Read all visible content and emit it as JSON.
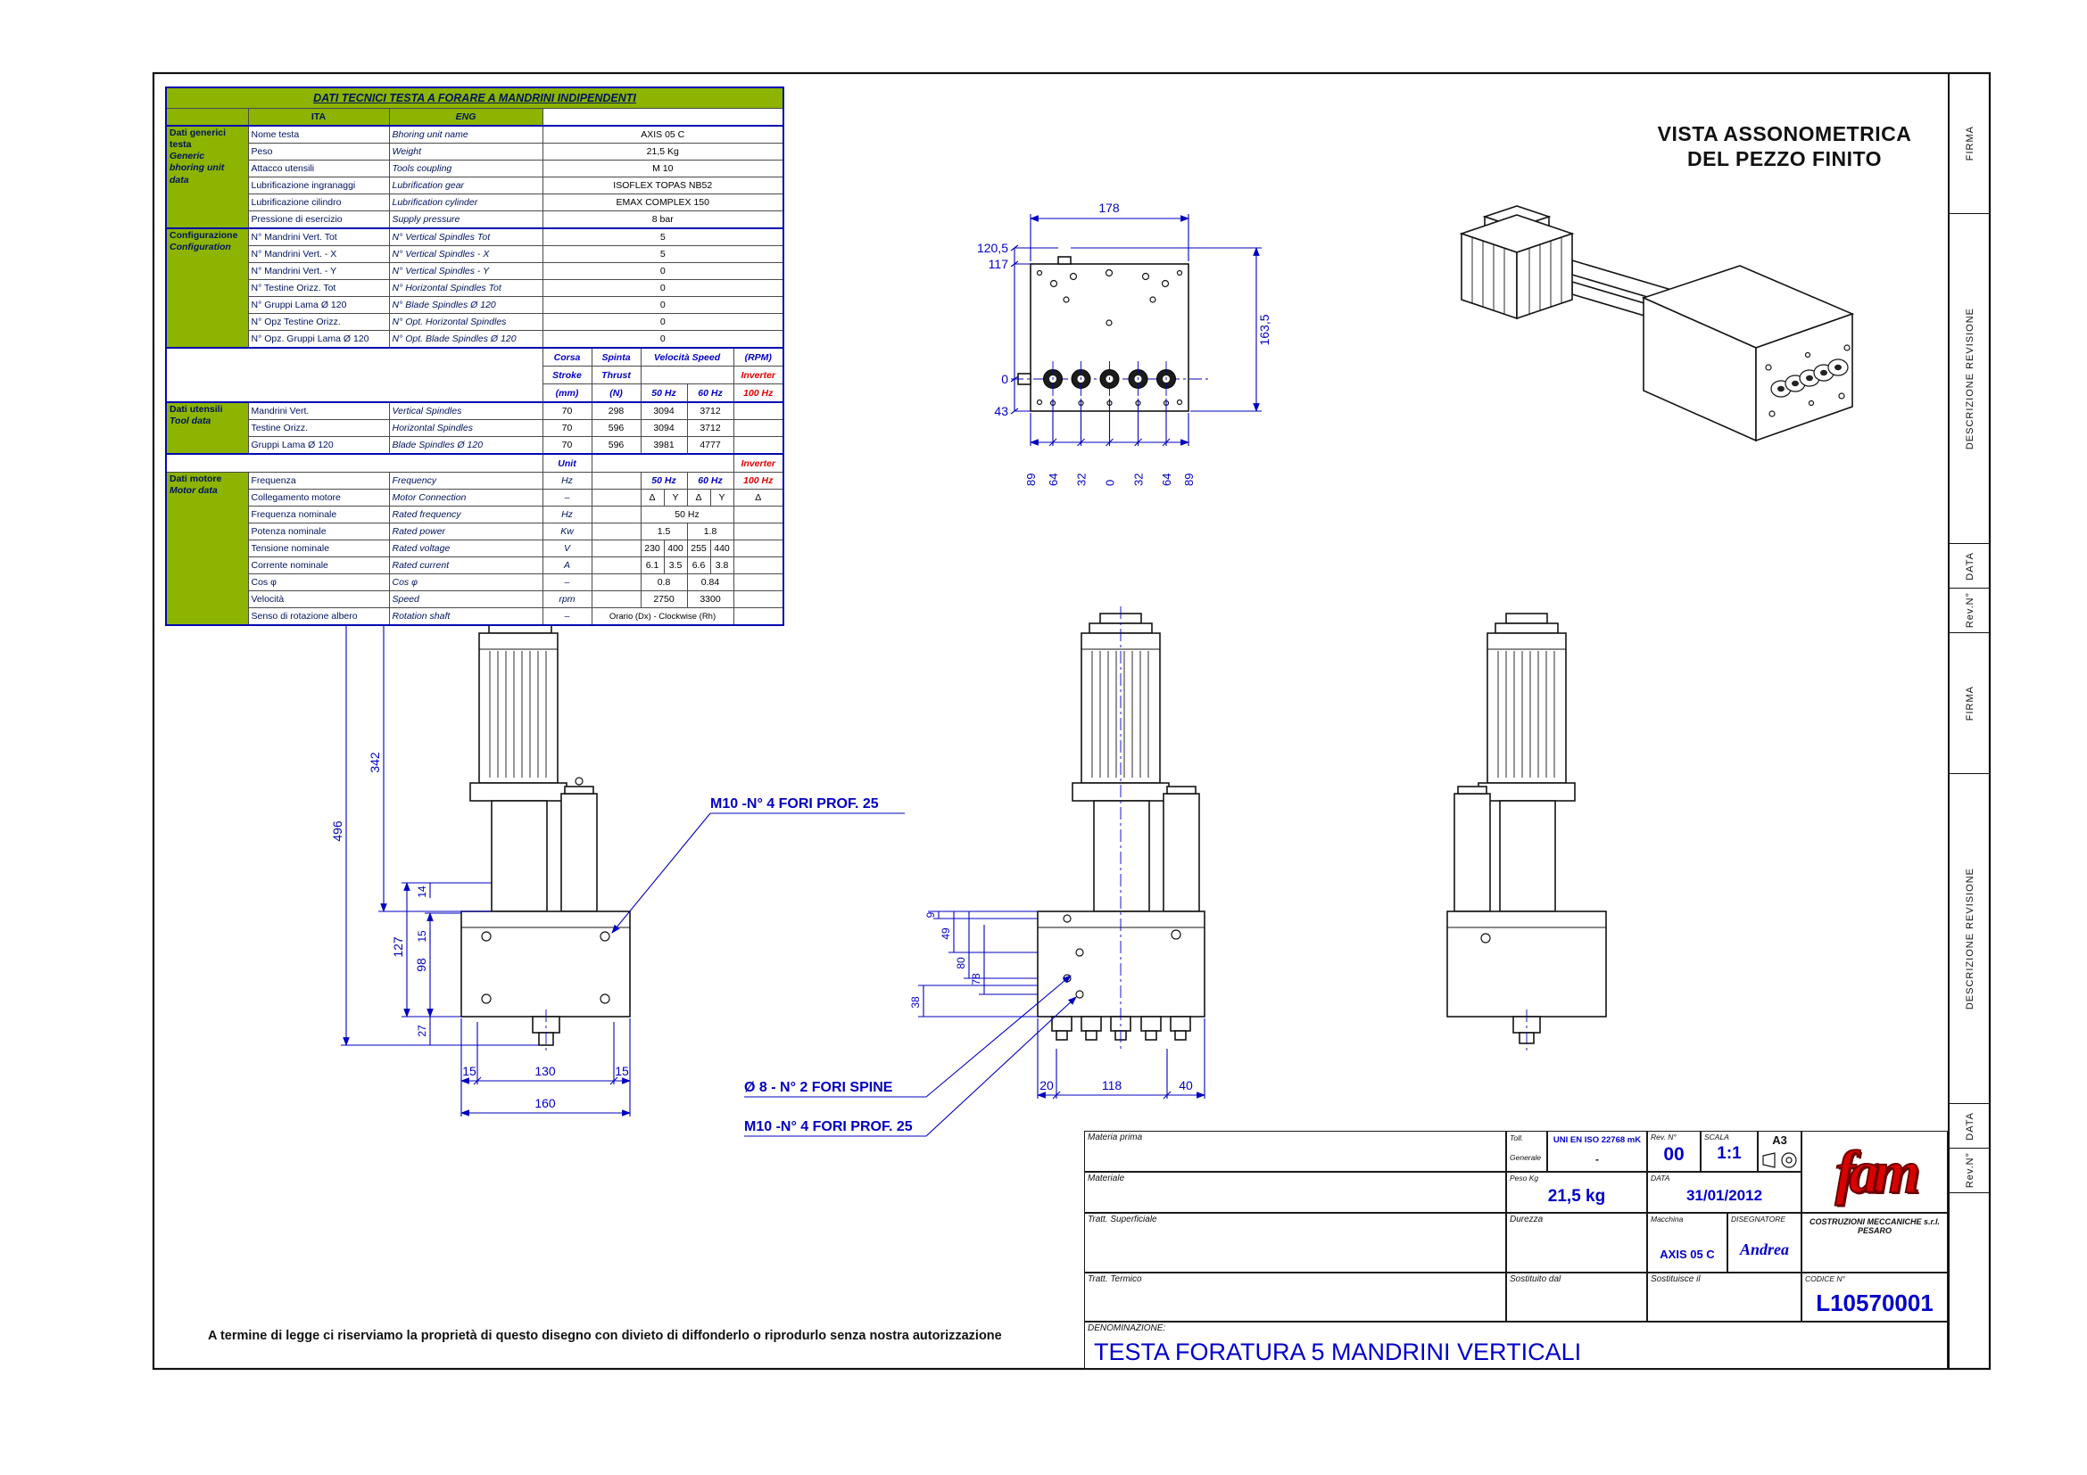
{
  "colors": {
    "header_green": "#8CB400",
    "accent_blue": "#0000C0",
    "alert_red": "#E00000"
  },
  "table": {
    "title": "DATI TECNICI TESTA A FORARE A MANDRINI INDIPENDENTI",
    "ita": "ITA",
    "eng": "ENG",
    "sections": {
      "generic": {
        "l1": "Dati generici",
        "l2": "testa",
        "l3": "Generic",
        "l4": "bhoring unit",
        "l5": "data"
      },
      "config": {
        "l1": "Configurazione",
        "l2": "Configuration"
      },
      "tool": {
        "l1": "Dati utensili",
        "l2": "Tool data"
      },
      "motor": {
        "l1": "Dati motore",
        "l2": "Motor data"
      }
    },
    "generic_rows": [
      {
        "ita": "Nome testa",
        "eng": "Bhoring unit name",
        "val": "AXIS 05 C"
      },
      {
        "ita": "Peso",
        "eng": "Weight",
        "val": "21,5 Kg"
      },
      {
        "ita": "Attacco utensili",
        "eng": "Tools coupling",
        "val": "M 10"
      },
      {
        "ita": "Lubrificazione ingranaggi",
        "eng": "Lubrification gear",
        "val": "ISOFLEX TOPAS NB52"
      },
      {
        "ita": "Lubrificazione cilindro",
        "eng": "Lubrification cylinder",
        "val": "EMAX COMPLEX 150"
      },
      {
        "ita": "Pressione di esercizio",
        "eng": "Supply pressure",
        "val": "8 bar"
      }
    ],
    "config_rows": [
      {
        "ita": "N° Mandrini Vert. Tot",
        "eng": "N° Vertical Spindles Tot",
        "val": "5"
      },
      {
        "ita": "N° Mandrini Vert. - X",
        "eng": "N° Vertical Spindles - X",
        "val": "5"
      },
      {
        "ita": "N° Mandrini Vert. - Y",
        "eng": "N° Vertical Spindles - Y",
        "val": "0"
      },
      {
        "ita": "N° Testine Orizz. Tot",
        "eng": "N° Horizontal Spindles Tot",
        "val": "0"
      },
      {
        "ita": "N° Gruppi Lama Ø 120",
        "eng": "N° Blade Spindles Ø 120",
        "val": "0"
      },
      {
        "ita": "N° Opz Testine Orizz.",
        "eng": "N° Opt. Horizontal Spindles",
        "val": "0"
      },
      {
        "ita": "N° Opz. Gruppi Lama Ø 120",
        "eng": "N° Opt. Blade Spindles Ø 120",
        "val": "0"
      }
    ],
    "tool_header": {
      "corsa": "Corsa",
      "stroke": "Stroke",
      "mm": "(mm)",
      "spinta": "Spinta",
      "thrust": "Thrust",
      "n": "(N)",
      "velocita": "Velocità Speed",
      "rpm": "(RPM)",
      "hz50": "50 Hz",
      "hz60": "60 Hz",
      "inverter": "Inverter",
      "hz100": "100 Hz"
    },
    "tool_rows": [
      {
        "ita": "Mandrini Vert.",
        "eng": "Vertical Spindles",
        "corsa": "70",
        "spinta": "298",
        "v50": "3094",
        "v60": "3712"
      },
      {
        "ita": "Testine Orizz.",
        "eng": "Horizontal Spindles",
        "corsa": "70",
        "spinta": "596",
        "v50": "3094",
        "v60": "3712"
      },
      {
        "ita": "Gruppi Lama Ø 120",
        "eng": "Blade Spindles Ø 120",
        "corsa": "70",
        "spinta": "596",
        "v50": "3981",
        "v60": "4777"
      }
    ],
    "unit_header": {
      "unit": "Unit",
      "inverter": "Inverter"
    },
    "motor_rows": {
      "freq": {
        "ita": "Frequenza",
        "eng": "Frequency",
        "unit": "Hz",
        "a": "50 Hz",
        "b": "60 Hz",
        "inv": "100 Hz"
      },
      "conn": {
        "ita": "Collegamento motore",
        "eng": "Motor Connection",
        "unit": "–",
        "d1": "Δ",
        "y1": "Y",
        "d2": "Δ",
        "y2": "Y",
        "inv": "Δ"
      },
      "freqnom": {
        "ita": "Frequenza nominale",
        "eng": "Rated frequency",
        "unit": "Hz",
        "val": "50 Hz"
      },
      "power": {
        "ita": "Potenza nominale",
        "eng": "Rated power",
        "unit": "Kw",
        "a": "1.5",
        "b": "1.8"
      },
      "volt": {
        "ita": "Tensione nominale",
        "eng": "Rated voltage",
        "unit": "V",
        "d1": "230",
        "y1": "400",
        "d2": "255",
        "y2": "440"
      },
      "curr": {
        "ita": "Corrente nominale",
        "eng": "Rated current",
        "unit": "A",
        "d1": "6.1",
        "y1": "3.5",
        "d2": "6.6",
        "y2": "3.8"
      },
      "cosphi": {
        "ita": "Cos φ",
        "eng": "Cos φ",
        "unit": "–",
        "a": "0.8",
        "b": "0.84"
      },
      "speed": {
        "ita": "Velocità",
        "eng": "Speed",
        "unit": "rpm",
        "a": "2750",
        "b": "3300"
      },
      "rot": {
        "ita": "Senso di rotazione albero",
        "eng": "Rotation shaft",
        "unit": "–",
        "val": "Orario (Dx) - Clockwise (Rh)"
      }
    }
  },
  "top_view": {
    "dim_width": "178",
    "dim_120_5": "120,5",
    "dim_117": "117",
    "dim_0": "0",
    "dim_43": "43",
    "dim_163_5": "163,5",
    "chain": [
      "89",
      "64",
      "32",
      "0",
      "32",
      "64",
      "89"
    ]
  },
  "iso": {
    "title1": "VISTA ASSONOMETRICA",
    "title2": "DEL PEZZO FINITO"
  },
  "left_view": {
    "d496": "496",
    "d342": "342",
    "d127": "127",
    "d98": "98",
    "d14": "14",
    "d15": "15",
    "d27": "27",
    "b15a": "15",
    "b130": "130",
    "b15b": "15",
    "b160": "160",
    "note_m10": "M10  -N° 4 FORI PROF. 25"
  },
  "mid_view": {
    "d9": "9",
    "d49": "49",
    "d80": "80",
    "d78": "78",
    "d38": "38",
    "b20": "20",
    "b118": "118",
    "b40": "40",
    "note_d8": "Ø 8  - N° 2 FORI SPINE",
    "note_m10": "M10  -N° 4 FORI PROF. 25"
  },
  "title_block": {
    "materia_prima": "Materia prima",
    "toll": "Toll.",
    "generale": "Generale",
    "toll_value": "UNI EN ISO 22768 mK",
    "toll_dash": "-",
    "rev_label": "Rev. N°",
    "rev_value": "00",
    "scala_label": "SCALA",
    "scala_value": "1:1",
    "format": "A3",
    "materiale": "Materiale",
    "peso_label": "Peso Kg",
    "peso_value": "21,5 kg",
    "data_label": "DATA",
    "data_value": "31/01/2012",
    "tratt_sup": "Tratt. Superficiale",
    "durezza": "Durezza",
    "macchina_label": "Macchina",
    "macchina_value": "AXIS 05 C",
    "disegnatore_label": "DISEGNATORE",
    "disegnatore_value": "Andrea",
    "company": "COSTRUZIONI MECCANICHE s.r.l. PESARO",
    "tratt_term": "Tratt. Termico",
    "sostituito": "Sostituito dal",
    "sostituisce": "Sostituisce il",
    "codice_label": "CODICE N°",
    "codice_value": "L10570001",
    "denominazione_label": "DENOMINAZIONE:",
    "denominazione_value": "TESTA FORATURA 5 MANDRINI VERTICALI",
    "logo": "fam"
  },
  "strip": {
    "firma": "FIRMA",
    "descrizione": "DESCRIZIONE REVISIONE",
    "data": "DATA",
    "rev": "Rev.N°"
  },
  "footer_note": "A termine di legge ci riserviamo la proprietà di questo disegno con divieto di diffonderlo o riprodurlo senza nostra autorizzazione"
}
